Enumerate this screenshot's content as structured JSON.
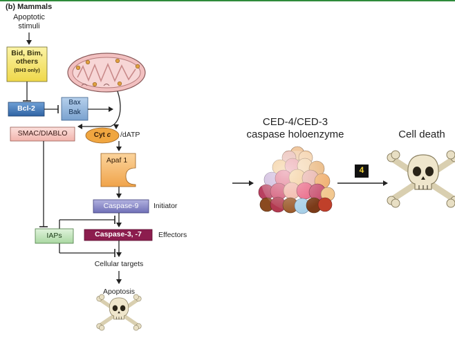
{
  "header": {
    "panel_label": "(b) Mammals"
  },
  "mammal_pathway": {
    "apoptotic_stimuli": [
      "Apoptotic",
      "stimuli"
    ],
    "bh3_box": {
      "lines": [
        "Bid, Bim,",
        "others"
      ],
      "note": "(BH3 only)"
    },
    "bcl2": "Bcl-2",
    "bax_bak": [
      "Bax",
      "Bak"
    ],
    "smac_diablo": "SMAC/DIABLO",
    "cyt_c": "Cyt c",
    "datp": "/dATP",
    "apaf1": "Apaf 1",
    "caspase9": "Caspase-9",
    "initiator": "Initiator",
    "iaps": "IAPs",
    "caspase37": "Caspase-3, -7",
    "effectors": "Effectors",
    "cellular_targets": "Cellular targets",
    "apoptosis": "Apoptosis"
  },
  "worm_pathway": {
    "holoenzyme": [
      "CED-4/CED-3",
      "caspase holoenzyme"
    ],
    "cell_death": "Cell death",
    "step_badge": "4"
  },
  "colors": {
    "header_line": "#2e8b3a",
    "bh3_fill": "#f6e66a",
    "bcl2_fill": "#3f77b5",
    "bax_fill": "#8fb4dc",
    "smac_fill": "#f6c9c2",
    "cyt_fill": "#f0a640",
    "apaf_fill": "#f6b866",
    "casp9_fill": "#8a8ac8",
    "iap_fill": "#c6e6c0",
    "casp37_fill": "#8c1d4e",
    "mito_fill": "#f2c0c0"
  }
}
